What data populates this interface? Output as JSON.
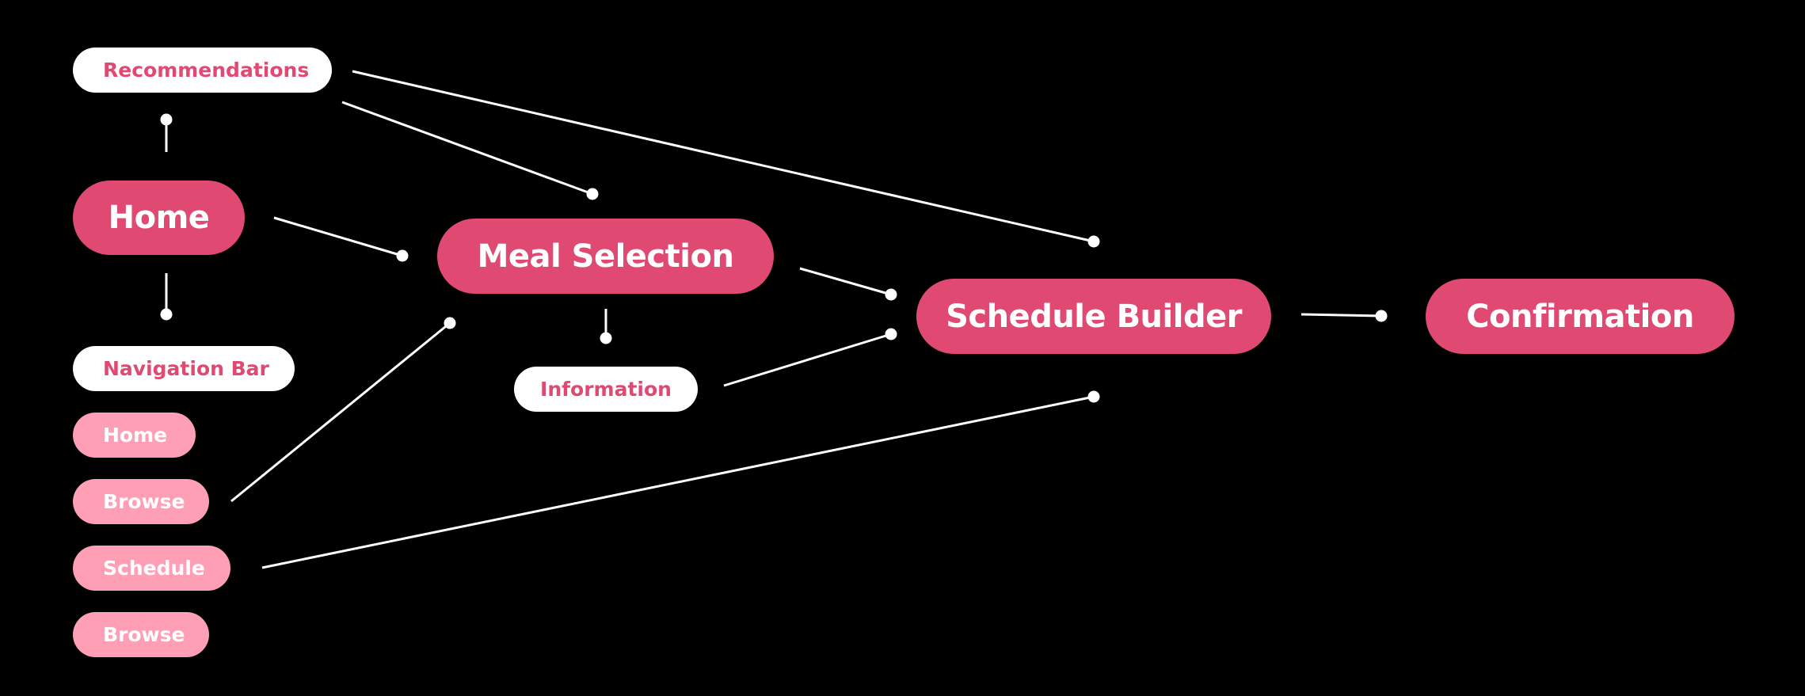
{
  "colors": {
    "background": "#000000",
    "primary": "#e04a72",
    "light": "#ff9fb6",
    "connector": "#ffffff"
  },
  "nodes": {
    "recommendations": "Recommendations",
    "home": "Home",
    "meal_selection": "Meal Selection",
    "information": "Information",
    "schedule_builder": "Schedule Builder",
    "confirmation": "Confirmation",
    "navigation_bar": "Navigation Bar",
    "nav_items": [
      "Home",
      "Browse",
      "Schedule",
      "Browse"
    ]
  },
  "connections": [
    {
      "from": "Home",
      "to": "Recommendations"
    },
    {
      "from": "Home",
      "to": "Navigation Bar"
    },
    {
      "from": "Home",
      "to": "Meal Selection"
    },
    {
      "from": "Recommendations",
      "to": "Meal Selection"
    },
    {
      "from": "Recommendations",
      "to": "Schedule Builder"
    },
    {
      "from": "Meal Selection",
      "to": "Information"
    },
    {
      "from": "Meal Selection",
      "to": "Schedule Builder"
    },
    {
      "from": "Information",
      "to": "Schedule Builder"
    },
    {
      "from": "Browse",
      "to": "Meal Selection"
    },
    {
      "from": "Schedule",
      "to": "Schedule Builder"
    },
    {
      "from": "Schedule Builder",
      "to": "Confirmation"
    }
  ]
}
